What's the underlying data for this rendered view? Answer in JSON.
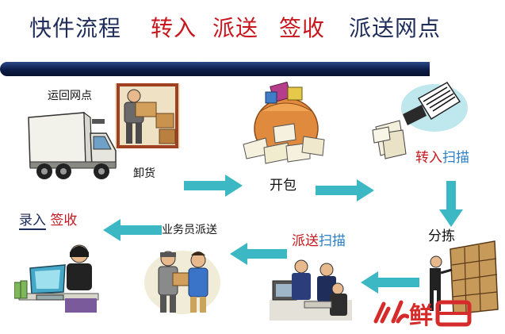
{
  "title": {
    "main": "快件流程",
    "step1": "转入",
    "step2": "派送",
    "step3": "签收",
    "step4": "派送网点"
  },
  "labels": {
    "return_station": "运回网点",
    "unload": "卸货",
    "open_package": "开包",
    "transfer_in_a": "转入",
    "transfer_in_b": "扫描",
    "sorting": "分拣",
    "dispatch_scan_a": "派送",
    "dispatch_scan_b": "扫描",
    "courier_delivery": "业务员派送",
    "record_a": "录入",
    "record_b": "签收"
  },
  "watermark": {
    "text": "鲜"
  },
  "colors": {
    "title_dark": "#1f2d5a",
    "title_red": "#c8161d",
    "arrow": "#3bb8c4",
    "banner": "#0e1f4d"
  },
  "icons": [
    "truck-icon",
    "worker-icon",
    "mailbag-icon",
    "scanner-icon",
    "sorting-shelf-icon",
    "office-workers-icon",
    "couriers-icon",
    "computer-operator-icon",
    "watermark-logo-icon"
  ]
}
